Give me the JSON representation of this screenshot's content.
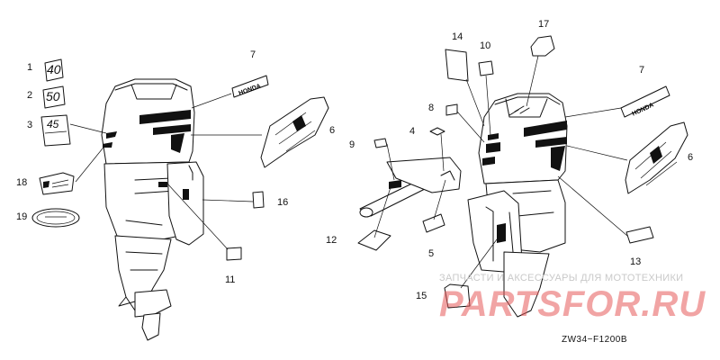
{
  "callouts": {
    "c1": "1",
    "c2": "2",
    "c3": "3",
    "c4": "4",
    "c5": "5",
    "c6a": "6",
    "c6b": "6",
    "c7a": "7",
    "c7b": "7",
    "c8": "8",
    "c9": "9",
    "c10": "10",
    "c11": "11",
    "c12": "12",
    "c13": "13",
    "c14": "14",
    "c15": "15",
    "c16": "16",
    "c17": "17",
    "c18": "18",
    "c19": "19"
  },
  "emblems": {
    "e1": "40",
    "e2": "50",
    "e3": "45"
  },
  "decal_text": {
    "brand": "HONDA"
  },
  "watermark": {
    "tagline": "ЗАПЧАСТИ И АКСЕССУАРЫ ДЛЯ МОТОТЕХНИКИ",
    "logo": "PARTSFOR.RU"
  },
  "diagram_code": "ZW34−F1200B"
}
